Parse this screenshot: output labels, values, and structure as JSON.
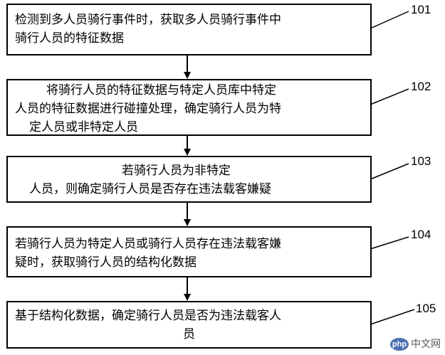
{
  "steps": [
    {
      "id": "101",
      "lines": [
        "检测到多人员骑行事件时，获取多人员骑行事件中",
        "骑行人员的特征数据"
      ]
    },
    {
      "id": "102",
      "lines": [
        "将骑行人员的特征数据与特定人员库中特定",
        "人员的特征数据进行碰撞处理，确定骑行人员为特",
        "定人员或非特定人员"
      ]
    },
    {
      "id": "103",
      "lines": [
        "若骑行人员为非特定",
        "人员，则确定骑行人员是否存在违法载客嫌疑"
      ]
    },
    {
      "id": "104",
      "lines": [
        "若骑行人员为特定人员或骑行人员存在违法载客嫌",
        "疑时，获取骑行人员的结构化数据"
      ]
    },
    {
      "id": "105",
      "lines": [
        "基于结构化数据，确定骑行人员是否为违法载客人",
        "员"
      ]
    }
  ],
  "watermark": {
    "logo": "php",
    "text": "中文网"
  }
}
